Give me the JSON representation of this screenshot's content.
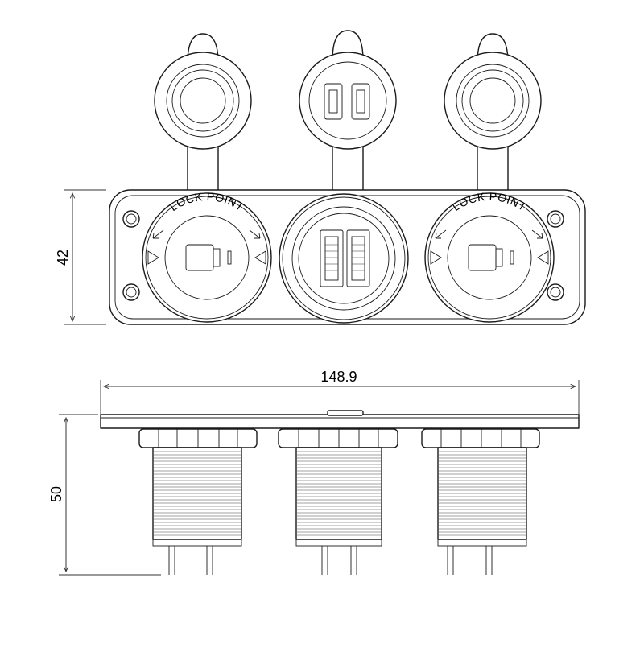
{
  "diagram": {
    "socket_label": "LOCK POINT",
    "dimensions": {
      "front_height": "42",
      "total_width": "148.9",
      "side_height": "50"
    },
    "line_color": "#1a1a1a",
    "background": "#ffffff"
  }
}
